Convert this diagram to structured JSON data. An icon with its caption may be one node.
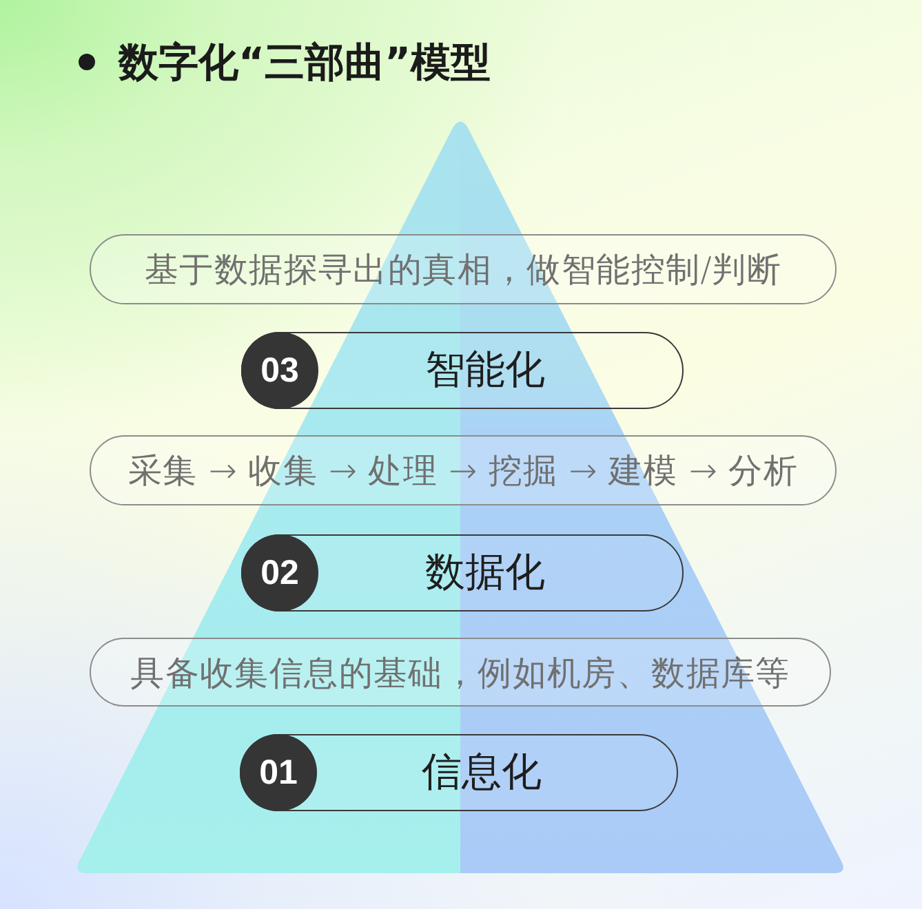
{
  "diagram": {
    "title": "数字化“三部曲”模型",
    "nodes": [
      {
        "text": [
          "基于数据探寻出的真相，做智能控制/判断"
        ]
      },
      {
        "text": [
          "智能化"
        ]
      },
      {
        "text": [
          "03"
        ],
        "in": 1
      },
      {
        "text": [
          "采集 → 收集 → 处理 → 挖掘 → 建模 → 分析"
        ]
      },
      {
        "text": [
          "数据化"
        ]
      },
      {
        "text": [
          "02"
        ],
        "in": 4
      },
      {
        "text": [
          "具备收集信息的基础，例如机房、数据库等"
        ]
      },
      {
        "text": [
          "信息化"
        ]
      },
      {
        "text": [
          "01"
        ],
        "in": 7
      }
    ]
  }
}
